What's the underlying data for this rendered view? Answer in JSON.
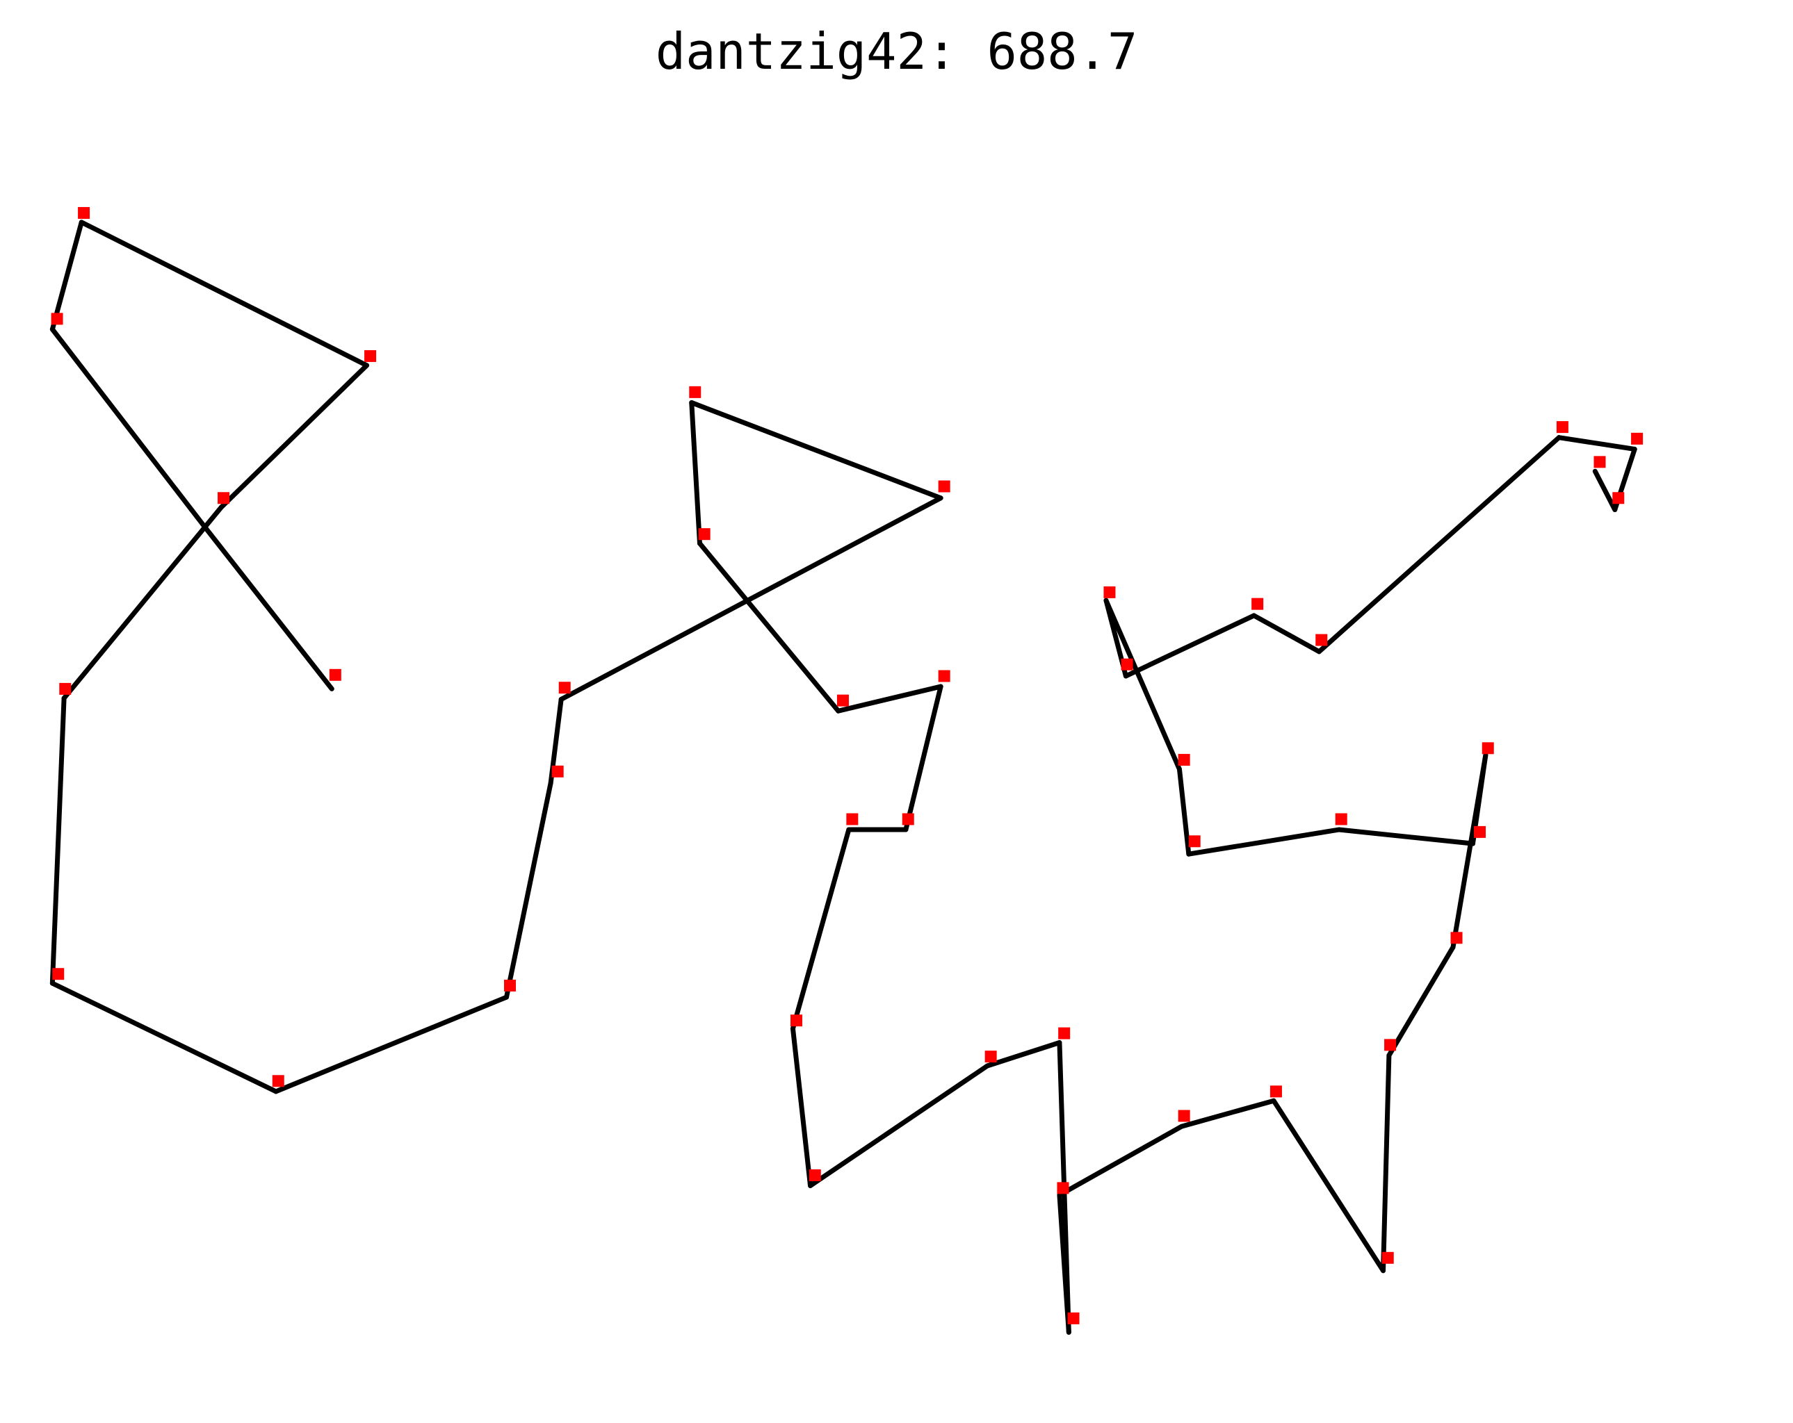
{
  "chart_data": {
    "type": "line",
    "title": "dantzig42: 688.7",
    "axes_visible": false,
    "grid": false,
    "colors": {
      "route": "#000000",
      "city": "#ff0000"
    },
    "xlim": [
      0,
      1540
    ],
    "ylim": [
      0,
      1240
    ],
    "y_direction": "down",
    "series": [
      {
        "role": "route",
        "x": [
          285,
          176,
          45,
          70,
          315,
          190,
          176,
          55,
          45,
          237,
          435,
          473,
          482,
          808,
          594,
          601,
          720,
          808,
          778,
          729,
          681,
          696,
          848,
          910,
          918,
          910,
          1015,
          1094,
          1188,
          1193,
          1248,
          1276,
          1265,
          1150,
          1021,
          1013,
          950,
          967,
          1077,
          1133,
          1339,
          1404,
          1387,
          1370
        ],
        "y": [
          592,
          453,
          283,
          191,
          314,
          436,
          453,
          600,
          845,
          938,
          857,
          673,
          601,
          428,
          346,
          467,
          611,
          590,
          713,
          713,
          884,
          1019,
          916,
          896,
          1145,
          1027,
          968,
          946,
          1092,
          907,
          814,
          649,
          725,
          713,
          734,
          661,
          516,
          581,
          529,
          560,
          376,
          386,
          438,
          405
        ]
      },
      {
        "role": "cities",
        "x": [
          288,
          72,
          49,
          318,
          192,
          56,
          50,
          239,
          438,
          479,
          485,
          597,
          605,
          811,
          724,
          811,
          780,
          732,
          684,
          700,
          851,
          914,
          913,
          922,
          1017,
          1096,
          1192,
          1194,
          1251,
          1278,
          1271,
          1152,
          1026,
          1017,
          953,
          968,
          1080,
          1135,
          1342,
          1406,
          1390,
          1374
        ],
        "y": [
          580,
          183,
          274,
          306,
          428,
          592,
          837,
          929,
          847,
          663,
          591,
          337,
          459,
          418,
          602,
          581,
          704,
          704,
          877,
          1010,
          908,
          888,
          1021,
          1133,
          959,
          938,
          1081,
          898,
          806,
          643,
          715,
          704,
          723,
          653,
          509,
          571,
          519,
          550,
          367,
          377,
          428,
          397
        ]
      }
    ]
  }
}
